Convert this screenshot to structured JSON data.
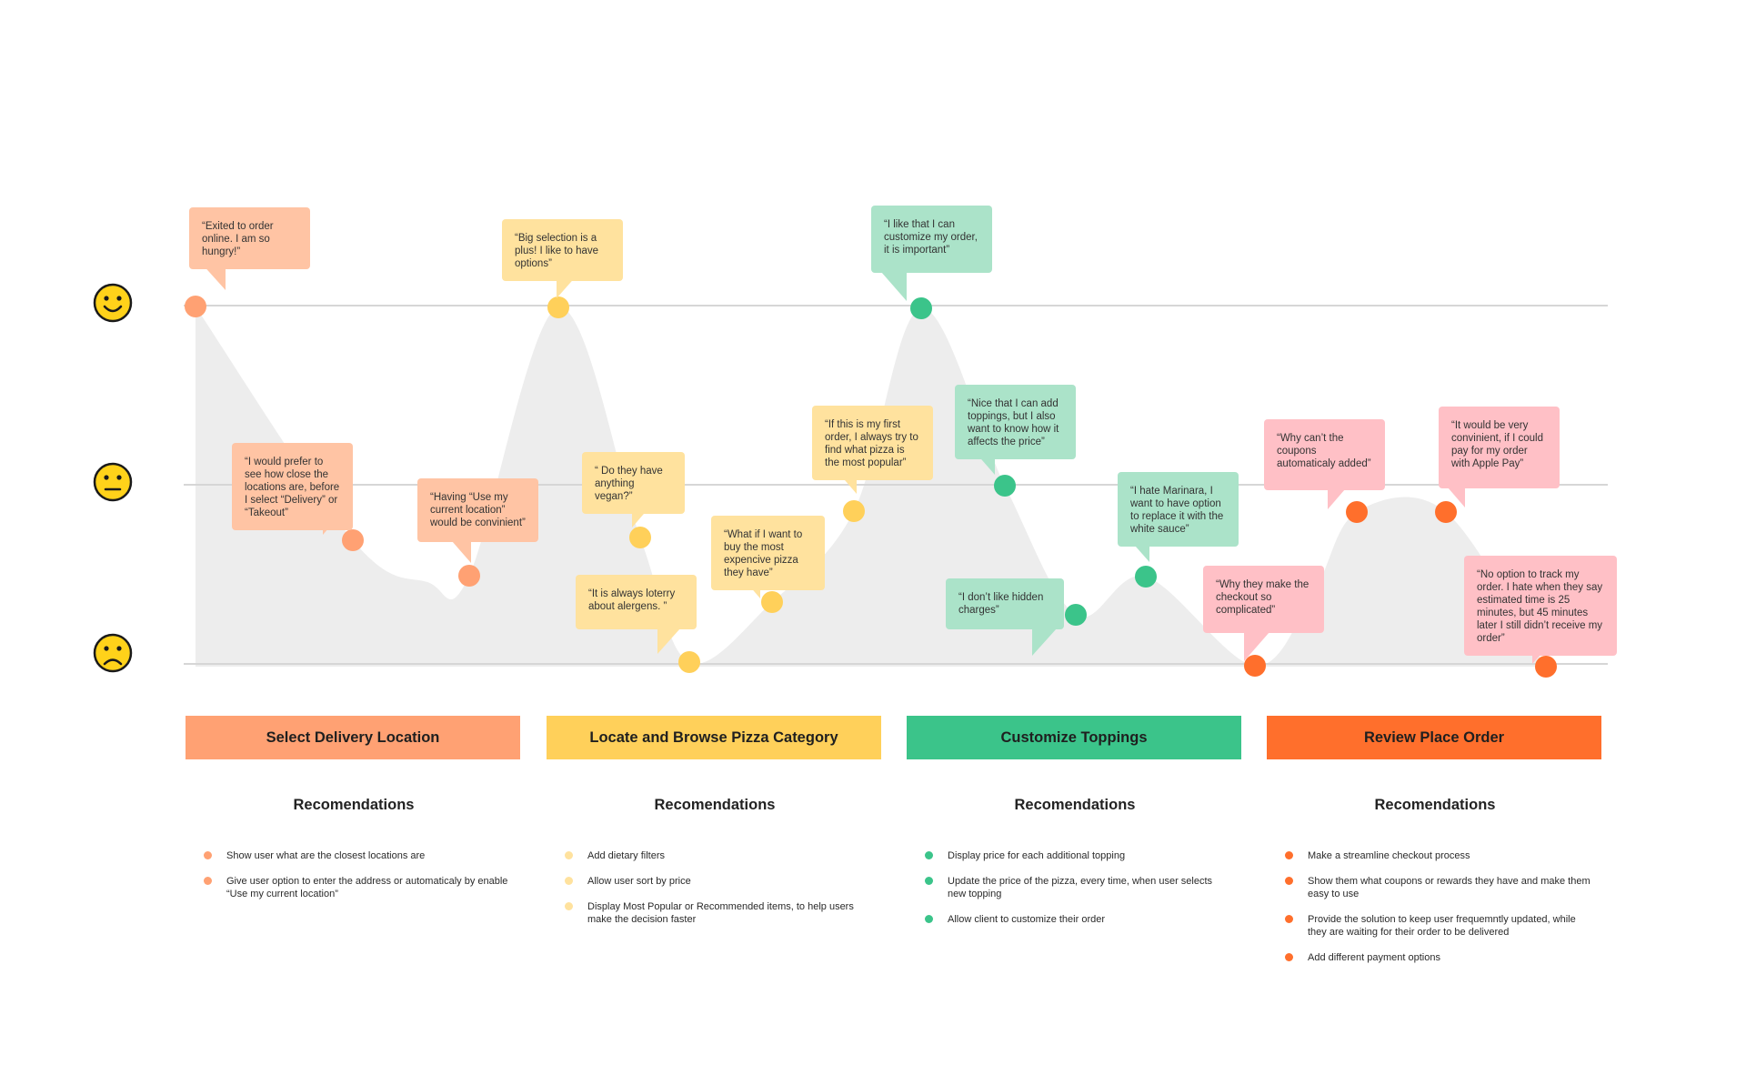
{
  "colors": {
    "stage1": "#FFA173",
    "stage2": "#FFD05A",
    "stage3": "#3BC48A",
    "stage4": "#FF6F2C",
    "bubble1": "#FFC4A4",
    "bubble2": "#FFE29E",
    "bubble3": "#ABE3C9",
    "bubble4": "#FFC0C6",
    "curve_fill": "#EDEDED",
    "guide_line": "#D6D6D6",
    "face_fill": "#FFD21A"
  },
  "emotion_scale": [
    {
      "icon": "happy-face-icon"
    },
    {
      "icon": "neutral-face-icon"
    },
    {
      "icon": "sad-face-icon"
    }
  ],
  "stages": [
    {
      "title": "Select Delivery Location",
      "rec_heading": "Recomendations",
      "recommendations": [
        "Show user what are the closest locations are",
        "Give user option to enter the address or automaticaly by enable “Use my current location”"
      ]
    },
    {
      "title": "Locate and Browse Pizza Category",
      "rec_heading": "Recomendations",
      "recommendations": [
        "Add dietary filters",
        "Allow user sort by price",
        "Display Most Popular or Recommended items, to help users make the decision faster"
      ]
    },
    {
      "title": "Customize Toppings",
      "rec_heading": "Recomendations",
      "recommendations": [
        "Display price for each additional topping",
        "Update the price of the pizza, every time, when user selects new topping",
        "Allow client to customize their order"
      ]
    },
    {
      "title": "Review Place Order",
      "rec_heading": "Recomendations",
      "recommendations": [
        "Make a streamline checkout process",
        "Show them what coupons or rewards they have and make them easy to use",
        "Provide the solution to keep user frequemntly updated, while they are waiting for their order to be delivered",
        "Add different payment options"
      ]
    }
  ],
  "touchpoints": [
    {
      "stage": 1,
      "emotion": "happy",
      "quote": "“Exited to order online. I am so hungry!”"
    },
    {
      "stage": 1,
      "emotion": "between neutral and sad",
      "quote": "“I would prefer to see how close the locations are, before I select “Delivery” or “Takeout”"
    },
    {
      "stage": 1,
      "emotion": "between neutral and sad",
      "quote": "“Having “Use my current location” would be convinient”"
    },
    {
      "stage": 2,
      "emotion": "happy",
      "quote": "“Big selection is a plus! I like to have options”"
    },
    {
      "stage": 2,
      "emotion": "between neutral and sad",
      "quote": "“ Do they have anything vegan?”"
    },
    {
      "stage": 2,
      "emotion": "sad",
      "quote": "“It is always loterry about alergens. ”"
    },
    {
      "stage": 2,
      "emotion": "between neutral and sad",
      "quote": "“What if I want to buy the most expencive pizza they have”"
    },
    {
      "stage": 2,
      "emotion": "neutral",
      "quote": "“If this is my first order, I always try to find what pizza is the most popular”"
    },
    {
      "stage": 3,
      "emotion": "happy",
      "quote": "“I like that I can customize my order, it is important”"
    },
    {
      "stage": 3,
      "emotion": "neutral",
      "quote": "“Nice that I can add toppings, but I also want to know how it affects the price”"
    },
    {
      "stage": 3,
      "emotion": "between neutral and sad",
      "quote": "“I don’t like hidden charges”"
    },
    {
      "stage": 3,
      "emotion": "between neutral and sad",
      "quote": "“I hate Marinara, I want to have option to replace it with the white sauce”"
    },
    {
      "stage": 4,
      "emotion": "sad",
      "quote": "“Why they make the checkout so complicated”"
    },
    {
      "stage": 4,
      "emotion": "neutral",
      "quote": "“Why can’t the coupons automaticaly added”"
    },
    {
      "stage": 4,
      "emotion": "neutral",
      "quote": "“It would be very convinient, if I could pay for my order with Apple Pay”"
    },
    {
      "stage": 4,
      "emotion": "sad",
      "quote": "“No option to track my order. I hate when they say estimated time is 25 minutes, but 45 minutes later I still didn’t receive my order”"
    }
  ]
}
